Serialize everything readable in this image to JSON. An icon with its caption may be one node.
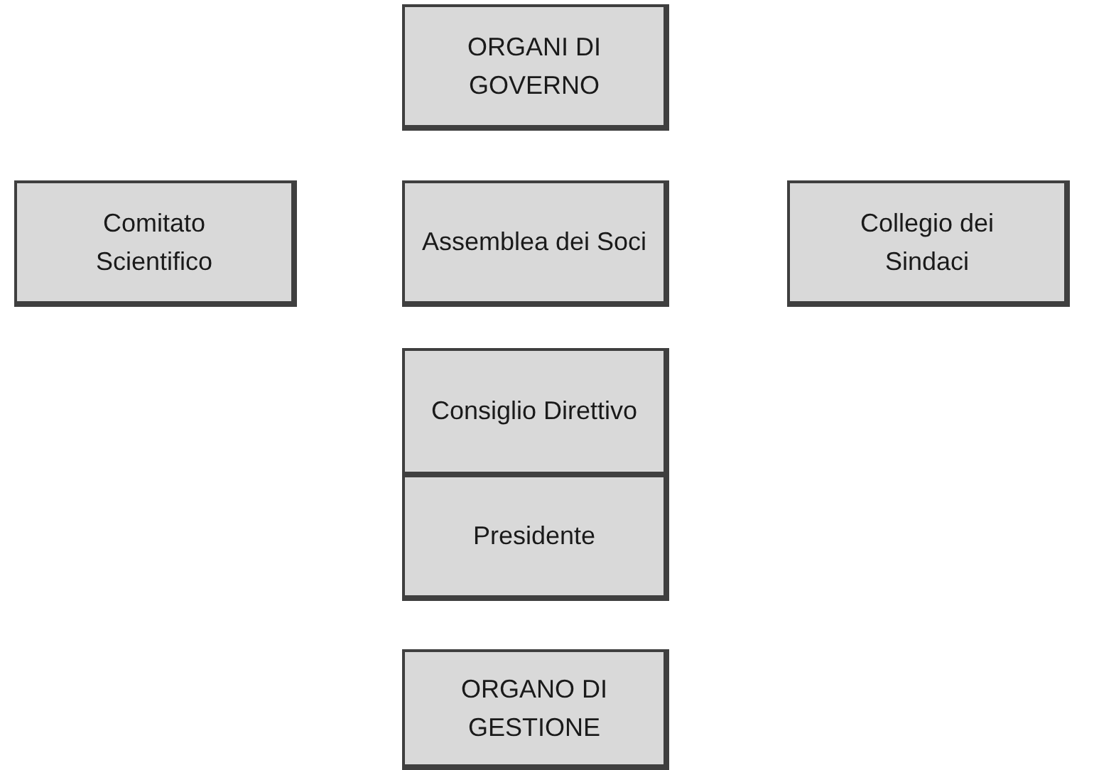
{
  "diagram": {
    "nodes": [
      {
        "text": [
          "ORGANI DI GOVERNO"
        ]
      },
      {
        "text": [
          "Comitato Scientifico"
        ]
      },
      {
        "text": [
          "Assemblea dei Soci"
        ]
      },
      {
        "text": [
          "Collegio dei Sindaci"
        ]
      },
      {
        "text": [
          "Consiglio Direttivo"
        ]
      },
      {
        "text": [
          "Presidente"
        ]
      },
      {
        "text": [
          "ORGANO DI GESTIONE"
        ]
      }
    ]
  }
}
